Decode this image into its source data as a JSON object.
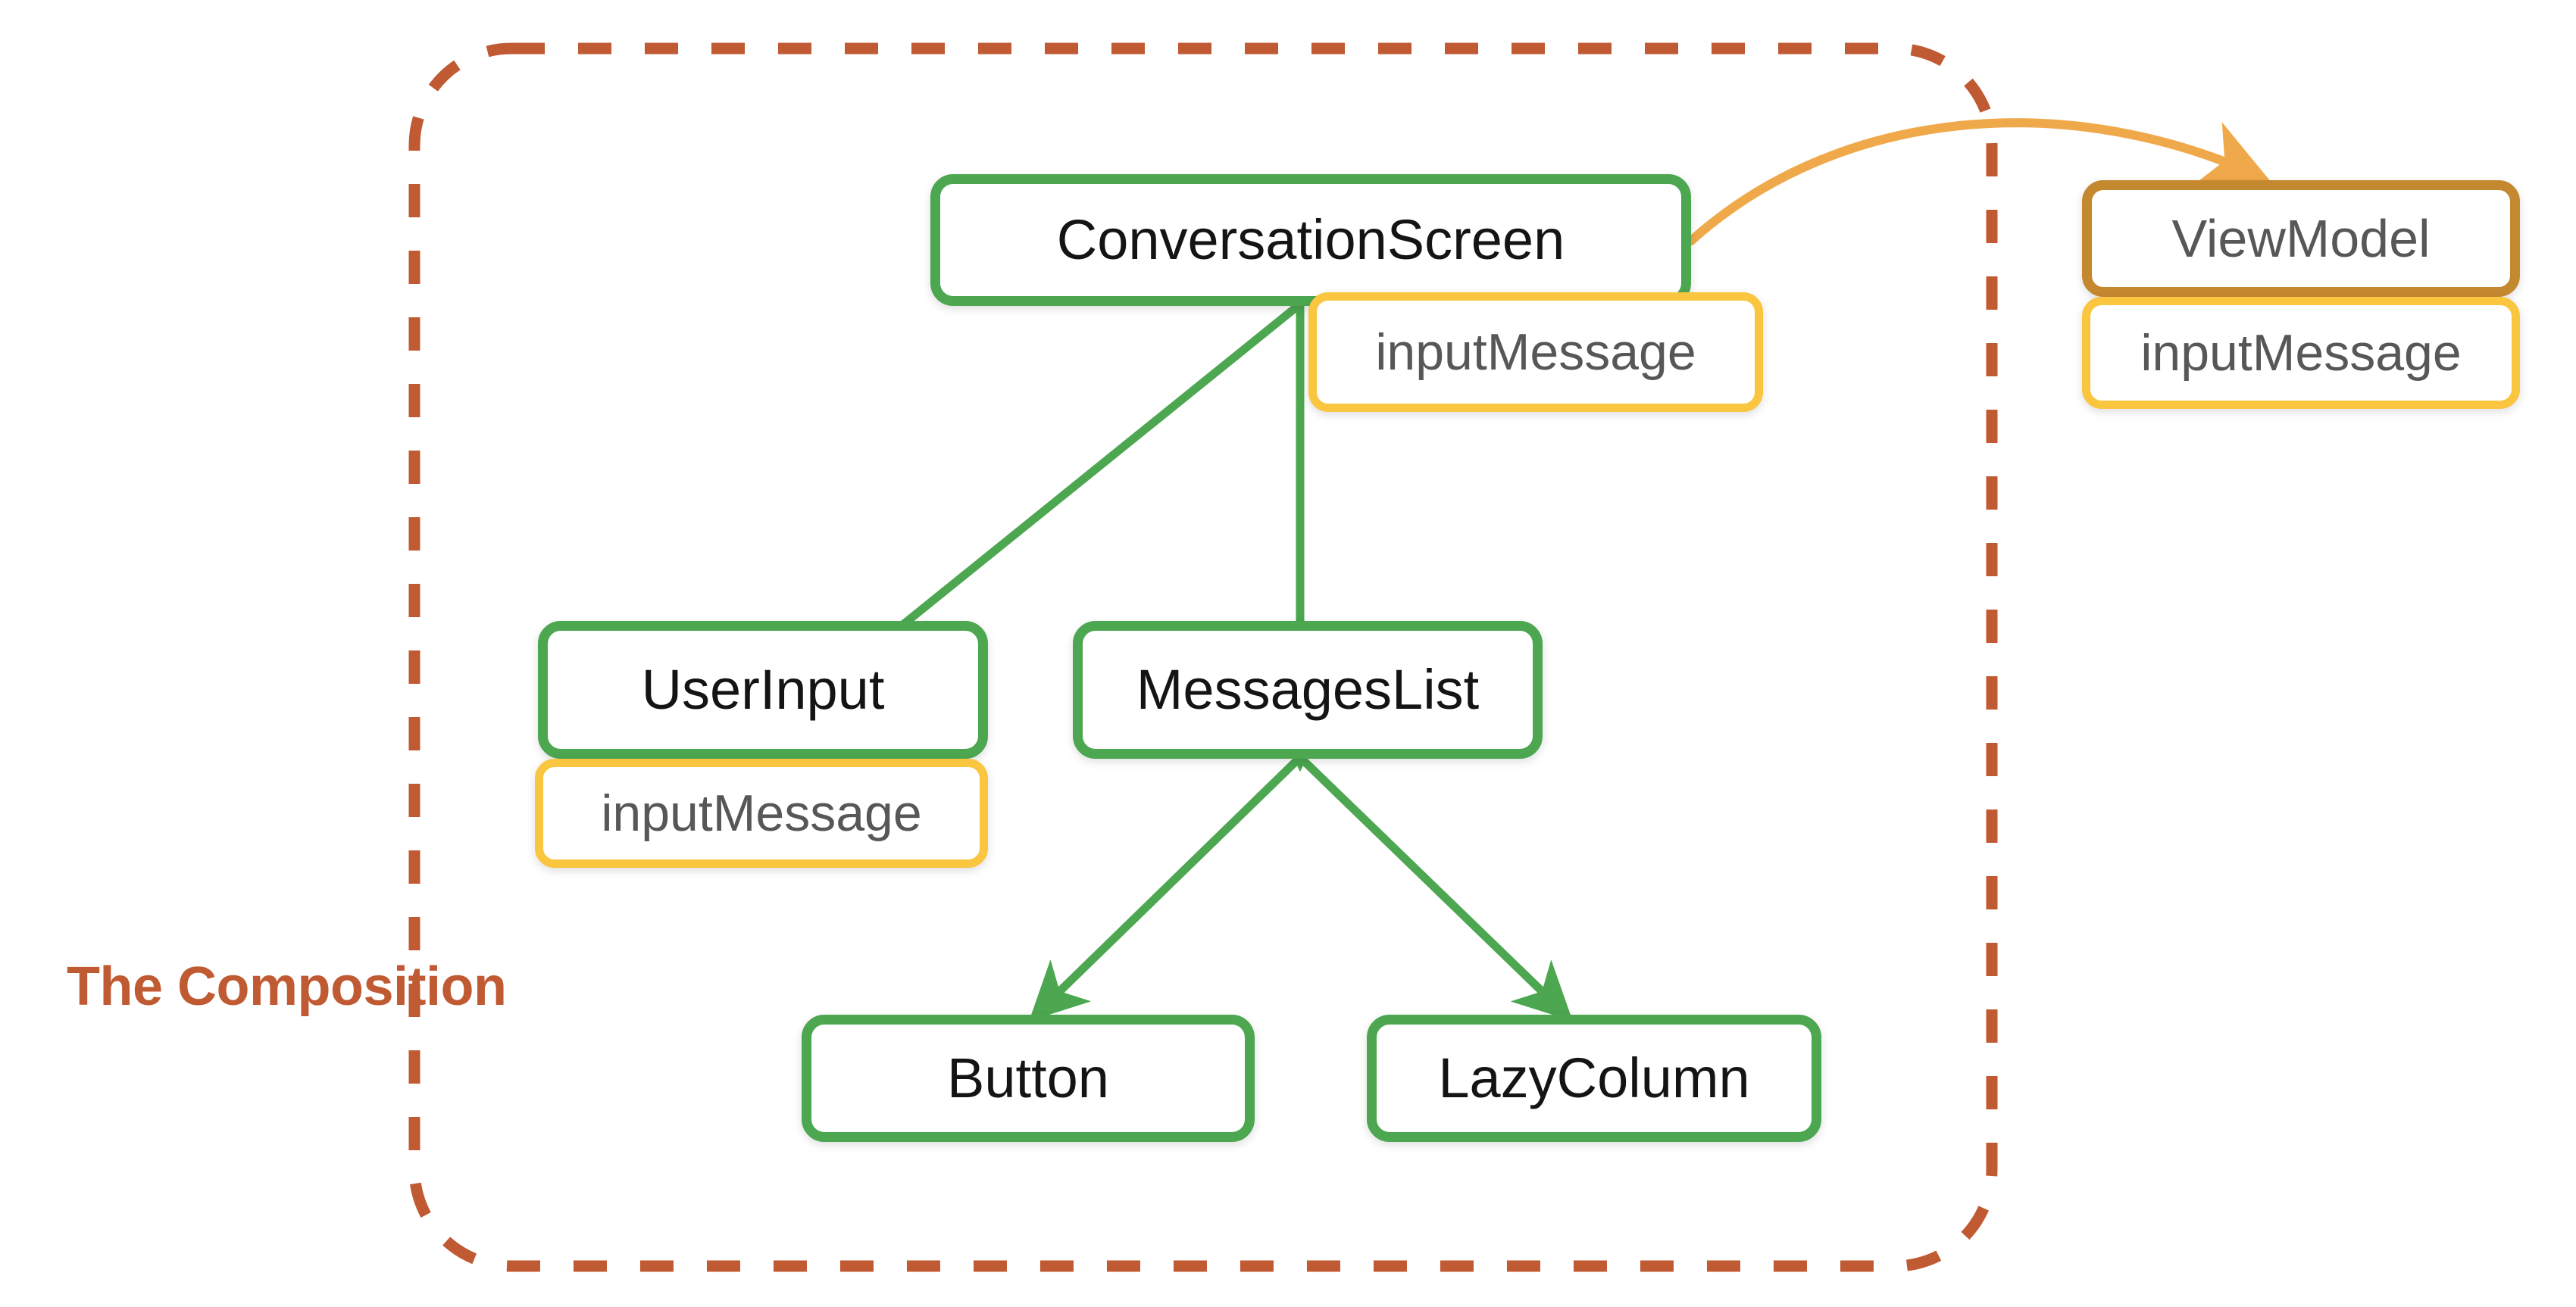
{
  "diagram": {
    "title": "The Composition",
    "boundary": {
      "caption": "The Composition",
      "style": "dashed",
      "color": "#C05A33"
    },
    "colors": {
      "composable_border": "#4CA750",
      "state_border": "#FAC53F",
      "viewmodel_border": "#C4882F",
      "boundary": "#C05A33",
      "state_arrow": "#F0A94A",
      "composition_arrow": "#4CA750",
      "node_fill": "#FFFFFF",
      "composable_text": "#141414",
      "state_text": "#575757"
    },
    "nodes": [
      {
        "id": "conversation-screen",
        "label": "ConversationScreen",
        "kind": "composable"
      },
      {
        "id": "conversation-screen-state",
        "label": "inputMessage",
        "kind": "state"
      },
      {
        "id": "view-model",
        "label": "ViewModel",
        "kind": "viewmodel"
      },
      {
        "id": "view-model-state",
        "label": "inputMessage",
        "kind": "state"
      },
      {
        "id": "user-input",
        "label": "UserInput",
        "kind": "composable"
      },
      {
        "id": "user-input-state",
        "label": "inputMessage",
        "kind": "state"
      },
      {
        "id": "messages-list",
        "label": "MessagesList",
        "kind": "composable"
      },
      {
        "id": "button",
        "label": "Button",
        "kind": "composable"
      },
      {
        "id": "lazy-column",
        "label": "LazyColumn",
        "kind": "composable"
      }
    ],
    "edges": [
      {
        "from": "conversation-screen",
        "to": "user-input",
        "color": "#4CA750"
      },
      {
        "from": "conversation-screen",
        "to": "messages-list",
        "color": "#4CA750"
      },
      {
        "from": "messages-list",
        "to": "button",
        "color": "#4CA750"
      },
      {
        "from": "messages-list",
        "to": "lazy-column",
        "color": "#4CA750"
      },
      {
        "from": "conversation-screen",
        "to": "view-model",
        "color": "#F0A94A"
      }
    ]
  }
}
